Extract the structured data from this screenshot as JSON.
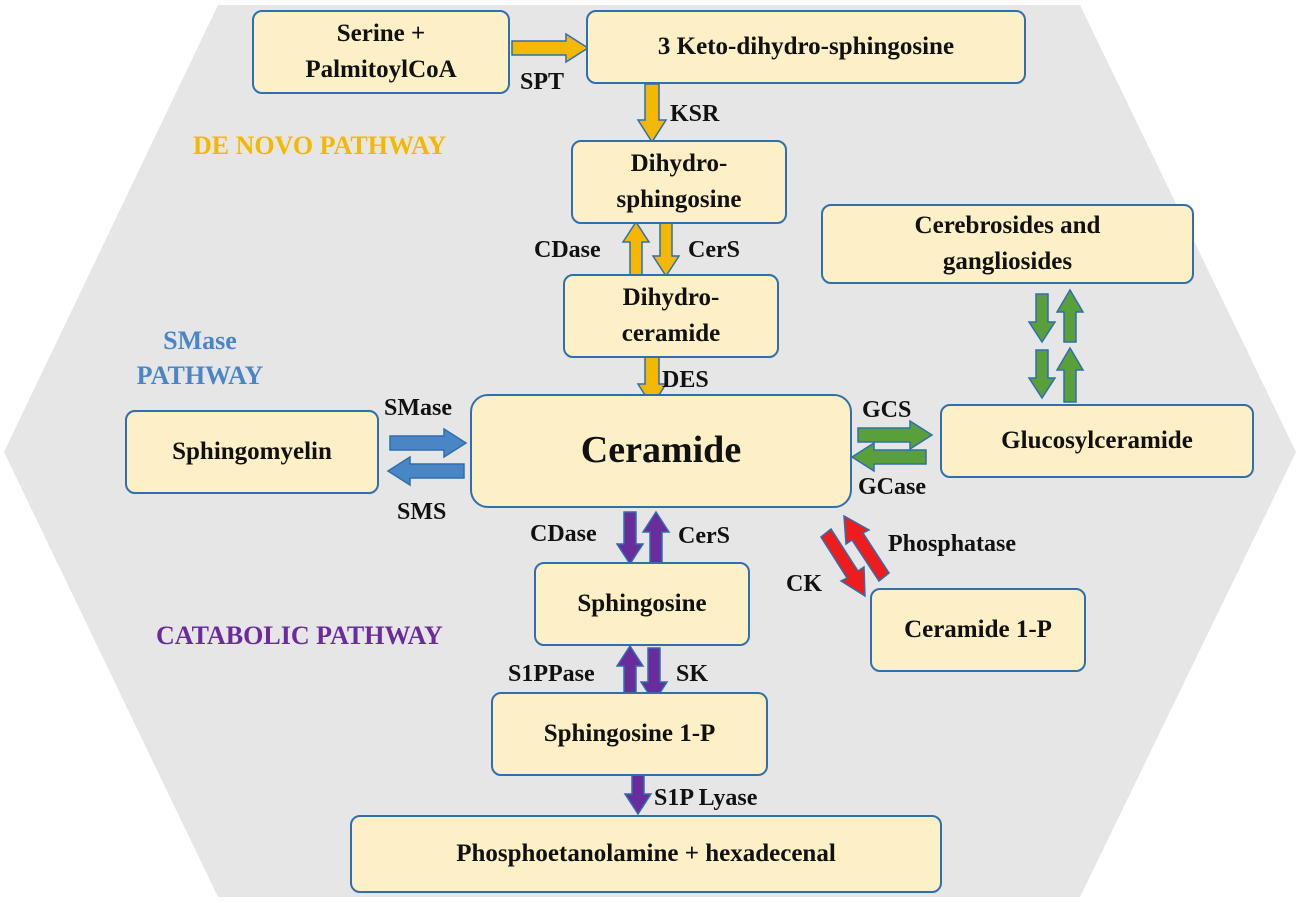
{
  "colors": {
    "background_hex": "#e6e6e6",
    "box_fill": "#fdefc6",
    "box_border": "#2e6fae",
    "de_novo": "#f5b800",
    "smase": "#4a86c6",
    "catabolic": "#6a2c9c",
    "glucosyl": "#5aa03a",
    "c1p": "#ee1c1c"
  },
  "pathways": {
    "de_novo": "DE NOVO PATHWAY",
    "smase": "SMase\nPATHWAY",
    "catabolic": "CATABOLIC PATHWAY"
  },
  "nodes": {
    "serine": "Serine +\nPalmitoylCoA",
    "keto": "3 Keto-dihydro-sphingosine",
    "dihydrosphingosine": "Dihydro-\nsphingosine",
    "dihydroceramide": "Dihydro-\nceramide",
    "ceramide": "Ceramide",
    "sphingomyelin": "Sphingomyelin",
    "glucosylceramide": "Glucosylceramide",
    "cerebrosides": "Cerebrosides and\ngangliosides",
    "sphingosine": "Sphingosine",
    "ceramide1p": "Ceramide 1-P",
    "sphingosine1p": "Sphingosine 1-P",
    "phospho": "Phosphoetanolamine + hexadecenal"
  },
  "enzymes": {
    "spt": "SPT",
    "ksr": "KSR",
    "cdase_top": "CDase",
    "cers_top": "CerS",
    "des": "DES",
    "smase": "SMase",
    "sms": "SMS",
    "gcs": "GCS",
    "gcase": "GCase",
    "cdase_bottom": "CDase",
    "cers_bottom": "CerS",
    "phosphatase": "Phosphatase",
    "ck": "CK",
    "s1ppase": "S1PPase",
    "sk": "SK",
    "s1p_lyase": "S1P Lyase"
  }
}
